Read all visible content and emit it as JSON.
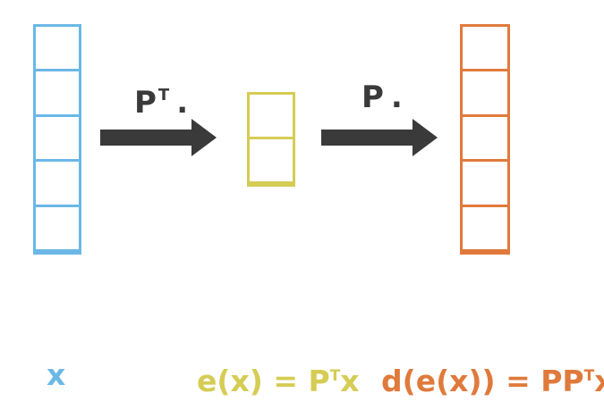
{
  "vectors": {
    "input": {
      "cells": 5,
      "color": "#6bb8e6"
    },
    "encoded": {
      "cells": 2,
      "color": "#d5cc54"
    },
    "decoded": {
      "cells": 5,
      "color": "#e07a3c"
    }
  },
  "arrows": {
    "encode": {
      "op_main": "P",
      "op_sup": "T",
      "op_dot": ".",
      "color": "#3a3a3a"
    },
    "decode": {
      "op_main": "P",
      "op_dot": ".",
      "color": "#3a3a3a"
    }
  },
  "labels": {
    "input": "x",
    "encoded": {
      "main": "e(x) = P",
      "sup": "T",
      "tail": "x"
    },
    "decoded": {
      "main": "d(e(x)) = PP",
      "sup": "T",
      "tail": "x"
    }
  }
}
